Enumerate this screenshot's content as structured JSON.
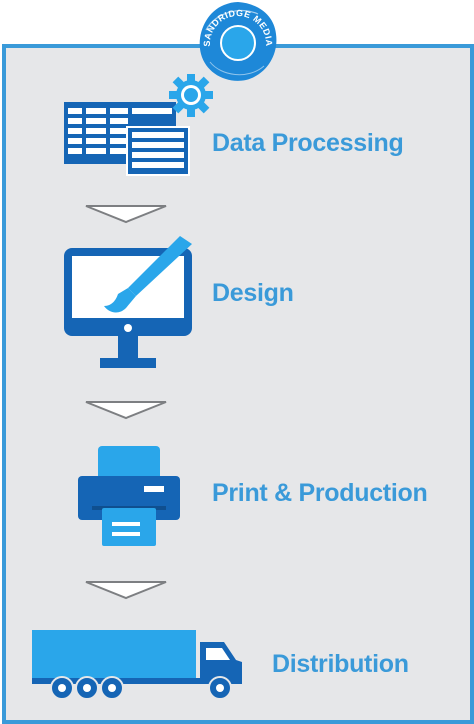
{
  "brand": {
    "badge_text": "SANDRIDGE MEDIA"
  },
  "colors": {
    "accent": "#3a9ad9",
    "dark_blue": "#1565b5",
    "panel": "#e6e7e9",
    "arrow_fill": "#ffffff",
    "arrow_stroke": "#7d7f82"
  },
  "steps": [
    {
      "label": "Data Processing",
      "icon": "spreadsheet-gear-icon"
    },
    {
      "label": "Design",
      "icon": "monitor-brush-icon"
    },
    {
      "label": "Print & Production",
      "icon": "printer-icon"
    },
    {
      "label": "Distribution",
      "icon": "truck-icon"
    }
  ]
}
